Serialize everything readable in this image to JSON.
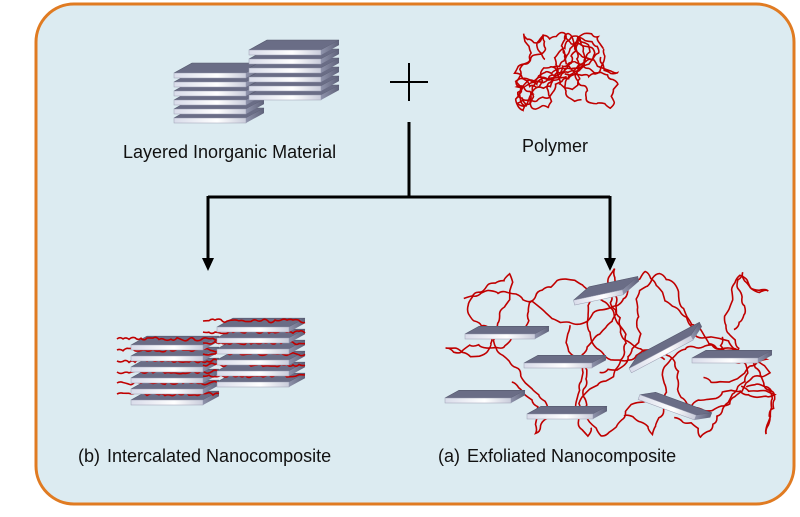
{
  "diagram": {
    "inputs": {
      "layered_material": "Layered Inorganic Material",
      "polymer": "Polymer",
      "operator": "+"
    },
    "outputs": {
      "intercalated": {
        "tag": "(b)",
        "name": "Intercalated Nanocomposite"
      },
      "exfoliated": {
        "tag": "(a)",
        "name": "Exfoliated Nanocomposite"
      }
    },
    "colors": {
      "panel_fill": "#dcebf1",
      "panel_border": "#e07b22",
      "layer_top": "#6a6d86",
      "layer_side": "#eceef4",
      "polymer_chain": "#c00000",
      "arrow": "#000000"
    }
  }
}
